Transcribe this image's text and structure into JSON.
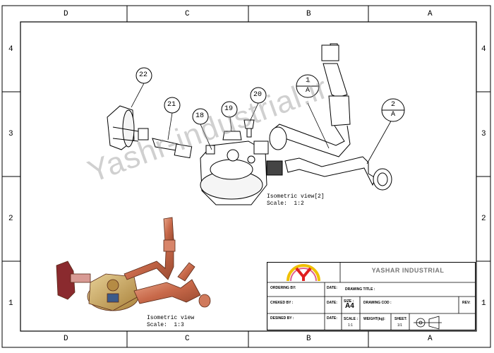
{
  "border_zones": {
    "top": [
      "D",
      "C",
      "B",
      "A"
    ],
    "bottom": [
      "D",
      "C",
      "B",
      "A"
    ],
    "left": [
      "4",
      "3",
      "2",
      "1"
    ],
    "right": [
      "4",
      "3",
      "2",
      "1"
    ]
  },
  "balloons": [
    {
      "id": "22"
    },
    {
      "id": "21"
    },
    {
      "id": "18"
    },
    {
      "id": "19"
    },
    {
      "id": "20"
    },
    {
      "id": "1",
      "sub": "A"
    },
    {
      "id": "2",
      "sub": "A"
    }
  ],
  "views": {
    "iso2": {
      "title": "Isometric view[2]",
      "scale": "Scale:  1:2"
    },
    "iso1": {
      "title": "Isometric view",
      "scale": "Scale:  1:3"
    }
  },
  "watermark": "Yashr-industrial.ir",
  "title_block": {
    "company": "YASHAR INDUSTRIAL",
    "ordering_by": "ORDERING BY:",
    "date1": "DATE:",
    "drawing_title": "DRAWING TITLE :",
    "checked_by": "CHEKED BY :",
    "date2": "DATE:",
    "size_label": "SIZE :",
    "size_value": "A4",
    "drawing_cod": "DRAWING COD :",
    "rev": "REV:",
    "desined_by": "DESINED BY :",
    "date3": "DATE:",
    "scale_label": "SCALE :",
    "scale_value": "1:1",
    "weight": "WEIGHT(kg):",
    "sheet_label": "SHEET:",
    "sheet_value": "1/1"
  },
  "colors": {
    "copper": "#c8694a",
    "brass": "#c9a25a",
    "handle": "#8a2a2e"
  }
}
